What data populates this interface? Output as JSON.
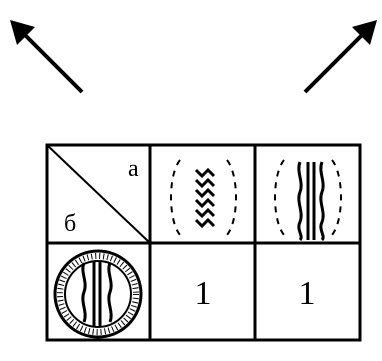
{
  "arrows": {
    "left": {
      "icon": "arrow-up-left-icon"
    },
    "right": {
      "icon": "arrow-up-right-icon"
    }
  },
  "table": {
    "corner_header": {
      "top_right_label": "а",
      "bottom_left_label": "б"
    },
    "row_headers": [
      {
        "icon": "circle-dotted-ring-wavy-lines-icon"
      }
    ],
    "column_headers": [
      {
        "icon": "dashed-oval-zigzag-icon"
      },
      {
        "icon": "dashed-oval-wavy-lines-icon"
      }
    ],
    "cells": [
      [
        "1",
        "1"
      ]
    ]
  }
}
